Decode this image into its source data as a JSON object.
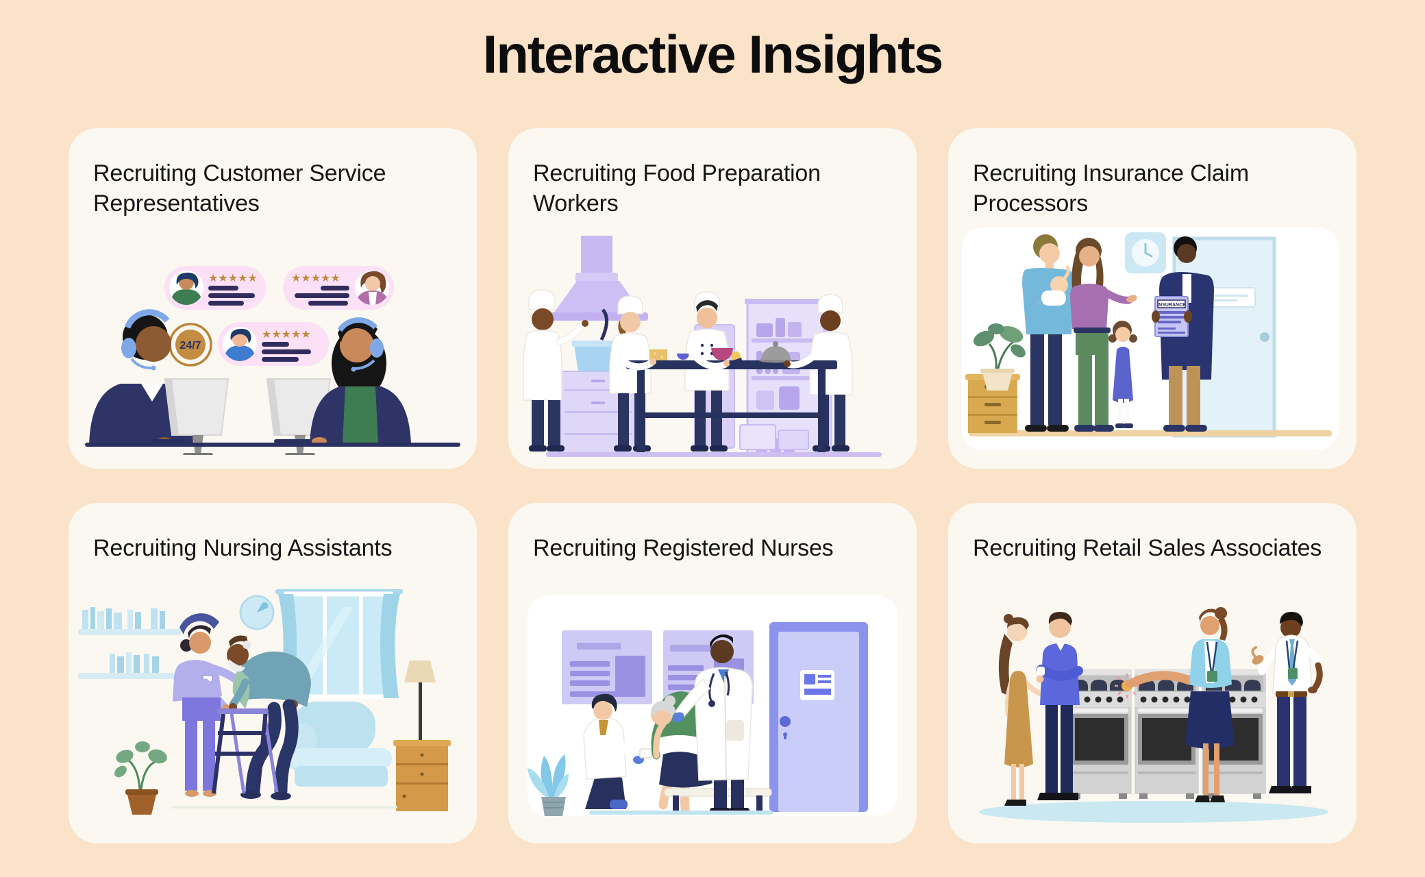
{
  "page": {
    "title": "Interactive Insights"
  },
  "cards": [
    {
      "id": "customer-service",
      "title": "Recruiting Customer Service Representatives",
      "illustration": "customer-service-illustration",
      "rating_stars": "★★★★★",
      "badge_label": "24/7"
    },
    {
      "id": "food-preparation",
      "title": "Recruiting Food Preparation Workers",
      "illustration": "food-preparation-illustration"
    },
    {
      "id": "insurance-claim",
      "title": "Recruiting Insurance Claim Processors",
      "illustration": "insurance-claim-illustration",
      "document_label": "INSURANCE"
    },
    {
      "id": "nursing-assistants",
      "title": "Recruiting Nursing Assistants",
      "illustration": "nursing-assistants-illustration"
    },
    {
      "id": "registered-nurses",
      "title": "Recruiting Registered Nurses",
      "illustration": "registered-nurses-illustration"
    },
    {
      "id": "retail-sales",
      "title": "Recruiting Retail Sales Associates",
      "illustration": "retail-sales-illustration"
    }
  ],
  "colors": {
    "page_background": "#FBE3C9",
    "card_background": "#FAF8F1",
    "title_text": "#0D0D0D",
    "bubble_pink": "#FBE0F6",
    "star_gold": "#C08A41",
    "badge_gold": "#C28C42",
    "navy": "#2A3160",
    "kitchen_purple": "#CDBFF4",
    "soft_blue": "#CDE9F6",
    "door_light_blue": "#E2F2F8",
    "door_purple": "#C9CDF8",
    "wood": "#D9A94F",
    "floor_blue": "#C9E8F2"
  }
}
